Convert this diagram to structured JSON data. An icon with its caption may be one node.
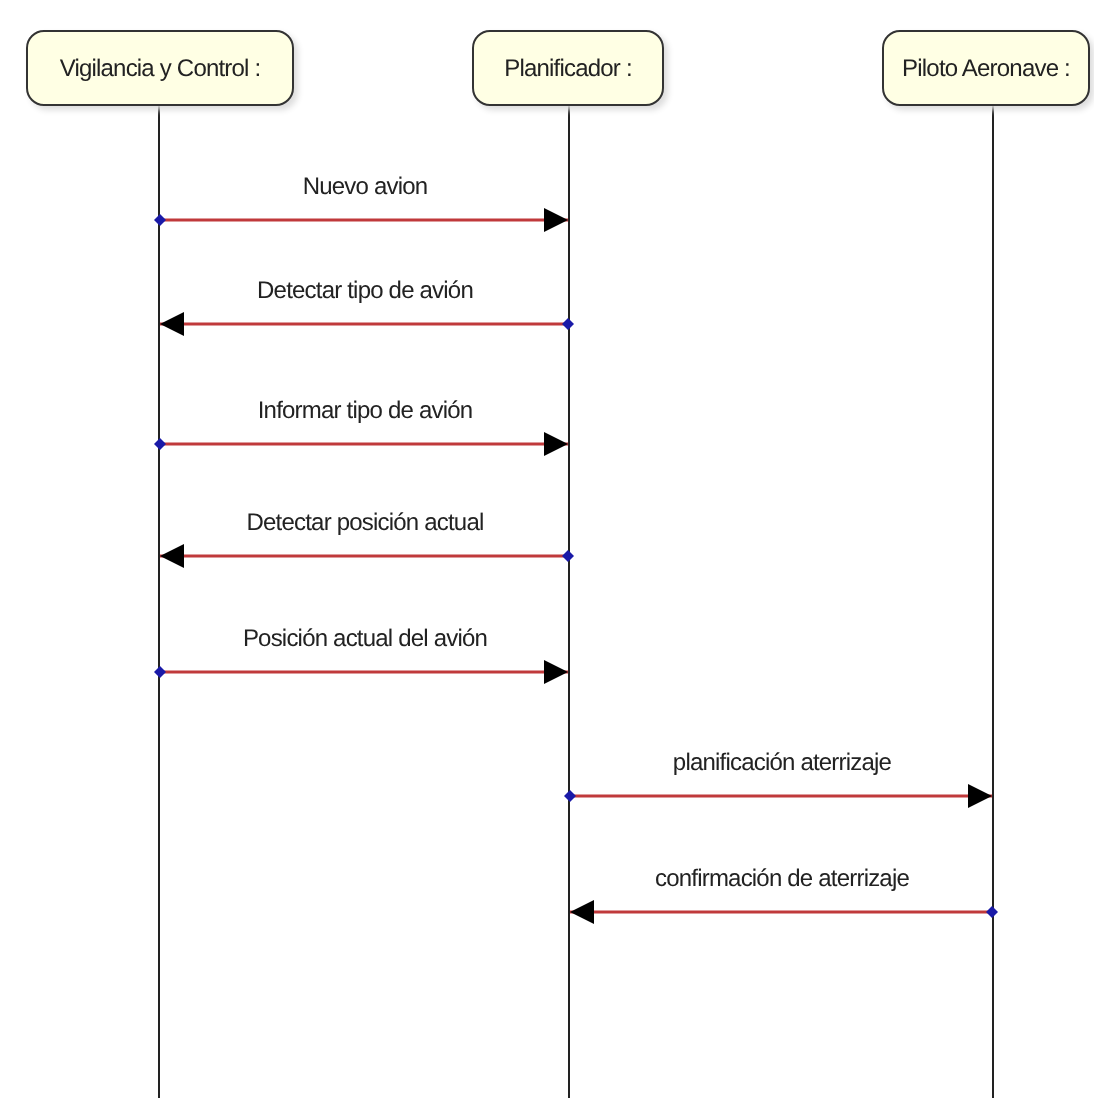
{
  "diagram": {
    "nodes": [
      {
        "text": [
          "Vigilancia y Control :"
        ]
      },
      {
        "text": [
          "Planificador :"
        ]
      },
      {
        "text": [
          "Piloto Aeronave :"
        ]
      },
      {
        "text": [],
        "shape": "bar"
      },
      {
        "text": [],
        "shape": "bar"
      },
      {
        "text": [],
        "shape": "bar"
      }
    ],
    "edges": [
      {
        "from": 3,
        "to": 4,
        "arrow": "to",
        "label": "Nuevo avion"
      },
      {
        "from": 4,
        "to": 3,
        "arrow": "to",
        "label": "Detectar tipo de avión"
      },
      {
        "from": 3,
        "to": 4,
        "arrow": "to",
        "label": "Informar tipo de avión"
      },
      {
        "from": 4,
        "to": 3,
        "arrow": "to",
        "label": "Detectar posición actual"
      },
      {
        "from": 3,
        "to": 4,
        "arrow": "to",
        "label": "Posición actual del avión"
      },
      {
        "from": 4,
        "to": 5,
        "arrow": "to",
        "label": "planificación aterrizaje"
      },
      {
        "from": 5,
        "to": 4,
        "arrow": "to",
        "label": "confirmación de aterrizaje"
      }
    ]
  }
}
